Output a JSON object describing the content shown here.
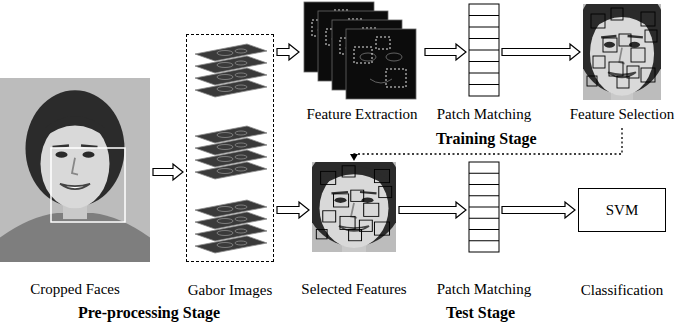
{
  "diagram": {
    "nodes": [
      {
        "text": [
          "Cropped Faces"
        ]
      },
      {
        "text": [
          "Gabor Images"
        ]
      },
      {
        "text": [
          "Feature Extraction"
        ]
      },
      {
        "text": [
          "Patch Matching"
        ]
      },
      {
        "text": [
          "Feature Selection"
        ]
      },
      {
        "text": [
          "Selected Features"
        ]
      },
      {
        "text": [
          "Patch Matching"
        ]
      },
      {
        "text": [
          "SVM",
          "Classification"
        ]
      }
    ],
    "edges": [
      {
        "from": 0,
        "to": 1,
        "arrow": "to"
      },
      {
        "from": 1,
        "to": 2,
        "arrow": "to"
      },
      {
        "from": 2,
        "to": 3,
        "arrow": "to"
      },
      {
        "from": 3,
        "to": 4,
        "arrow": "to"
      },
      {
        "from": 4,
        "to": 5,
        "arrow": "to"
      },
      {
        "from": 1,
        "to": 5,
        "arrow": "to"
      },
      {
        "from": 5,
        "to": 6,
        "arrow": "to"
      },
      {
        "from": 6,
        "to": 7,
        "arrow": "to"
      }
    ],
    "labels": [
      "Training Stage",
      "Pre-processing Stage",
      "Test Stage"
    ]
  }
}
